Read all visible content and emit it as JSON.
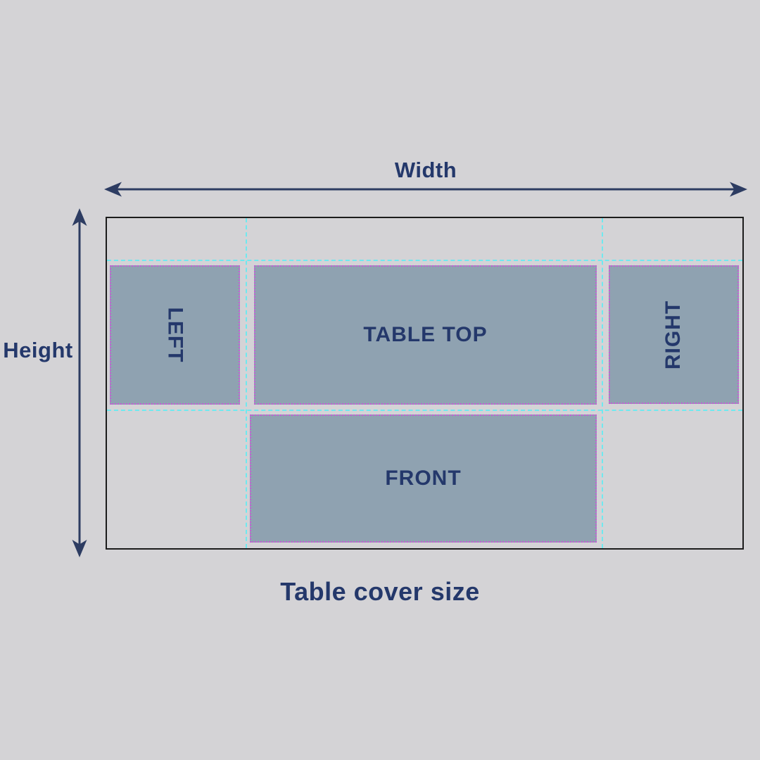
{
  "title": "Table cover size",
  "dimensions": {
    "width_label": "Width",
    "height_label": "Height"
  },
  "panels": [
    {
      "id": "left",
      "label": "LEFT",
      "orientation": "rotated-cw"
    },
    {
      "id": "table-top",
      "label": "TABLE TOP",
      "orientation": "horizontal"
    },
    {
      "id": "right",
      "label": "RIGHT",
      "orientation": "rotated-ccw"
    },
    {
      "id": "front",
      "label": "FRONT",
      "orientation": "horizontal"
    }
  ],
  "colors": {
    "background": "#d4d3d6",
    "navy": "#24386b",
    "arrow": "#2d3c62",
    "panel_fill": "#8fa2b1",
    "panel_border": "#c55bd6",
    "guide": "#6fe9ef",
    "outline": "#1c1c1c"
  }
}
